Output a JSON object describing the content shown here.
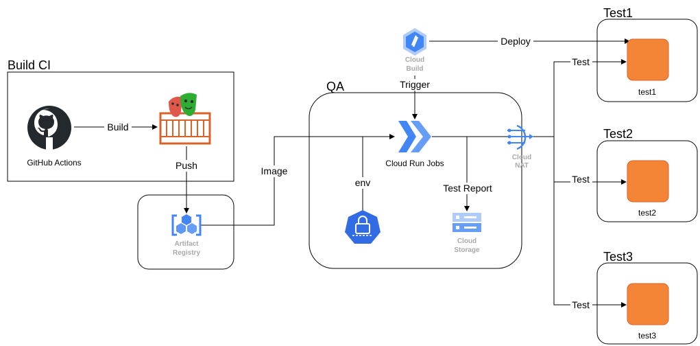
{
  "groups": {
    "build_ci": "Build CI",
    "qa": "QA",
    "test1": "Test1",
    "test2": "Test2",
    "test3": "Test3"
  },
  "nodes": {
    "github": "GitHub Actions",
    "artifact_line1": "Artifact",
    "artifact_line2": "Registry",
    "cloud_build_line1": "Cloud",
    "cloud_build_line2": "Build",
    "cloud_run_jobs": "Cloud Run Jobs",
    "cloud_nat_line1": "Cloud",
    "cloud_nat_line2": "NAT",
    "cloud_storage_line1": "Cloud",
    "cloud_storage_line2": "Storage",
    "test1": "test1",
    "test2": "test2",
    "test3": "test3"
  },
  "edges": {
    "build": "Build",
    "push": "Push",
    "image": "Image",
    "trigger": "Trigger",
    "deploy": "Deploy",
    "env": "env",
    "test_report": "Test Report",
    "test_1": "Test",
    "test_2": "Test",
    "test_3": "Test"
  },
  "colors": {
    "github": "#24292e",
    "gcp_blue": "#4285f4",
    "gcp_label": "#a9a9a9",
    "container_orange": "#d9622b",
    "instance_orange": "#f58536"
  },
  "icons": {
    "github": "github-icon",
    "container": "container-icon",
    "artifact_registry": "artifact-registry-icon",
    "cloud_build": "cloud-build-icon",
    "cloud_run": "cloud-run-icon",
    "cloud_nat": "cloud-nat-icon",
    "cloud_storage": "cloud-storage-icon",
    "kubernetes_secret": "kubernetes-secret-icon",
    "instance": "instance-icon"
  }
}
